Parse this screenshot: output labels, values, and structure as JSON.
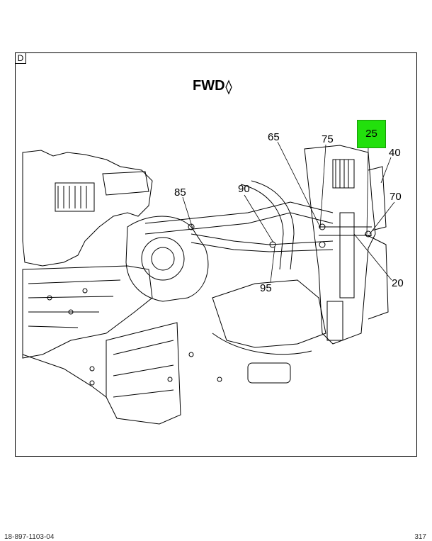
{
  "view": {
    "letter": "D"
  },
  "direction": {
    "label": "FWD"
  },
  "callouts": {
    "c25": "25",
    "c40": "40",
    "c65": "65",
    "c75": "75",
    "c70": "70",
    "c85": "85",
    "c90": "90",
    "c95": "95",
    "c20": "20"
  },
  "highlight_color": "#22e00c",
  "footer": {
    "left": "18-897-1103-04",
    "right": "317"
  }
}
